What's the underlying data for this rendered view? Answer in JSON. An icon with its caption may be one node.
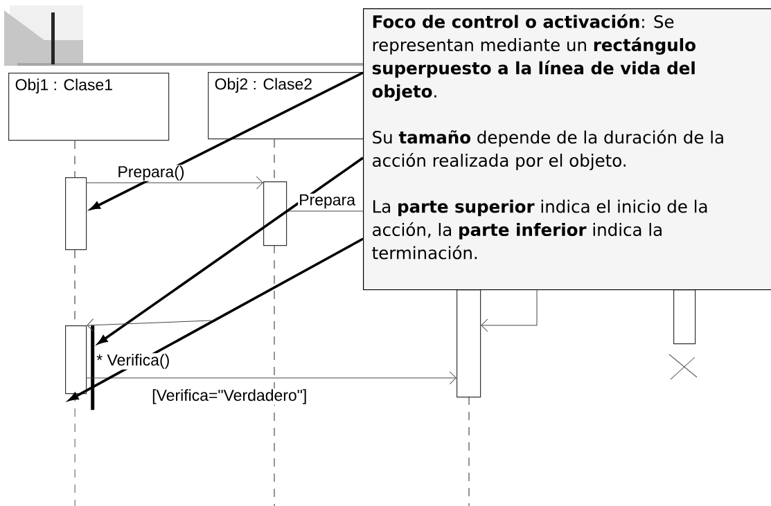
{
  "diagram": {
    "nodes": [
      {
        "text": [
          "Obj1 : Clase1"
        ]
      },
      {
        "text": [
          "Obj2 : Clase2"
        ]
      },
      {
        "text": [],
        "shape": "box"
      },
      {
        "text": [],
        "shape": "box"
      },
      {
        "text": [],
        "shape": "box"
      },
      {
        "text": [],
        "shape": "box"
      },
      {
        "text": [],
        "shape": "box"
      },
      {
        "text": [
          "**Foco de control o activación**: Se representan mediante un **rectángulo superpuesto a la línea de vida del objeto**.",
          "Su **tamaño** depende de la duración de la acción realizada por el objeto.",
          "La **parte superior** indica el inicio de la acción, la **parte inferior** indica la terminación."
        ]
      },
      {
        "text": [],
        "shape": "bar"
      }
    ],
    "edges": [
      {
        "from": 2,
        "to": 3,
        "arrow": "to",
        "label": "Prepara()"
      },
      {
        "from": 3,
        "to": 7,
        "arrow": "none",
        "label": "Prepara"
      },
      {
        "from": 7,
        "to": 4,
        "arrow": "to"
      },
      {
        "from": 6,
        "to": 4,
        "arrow": "to",
        "label": "* Verifica()"
      },
      {
        "from": 7,
        "to": 2,
        "arrow": "to",
        "style": "thick"
      },
      {
        "from": 7,
        "to": 8,
        "arrow": "to",
        "style": "thick"
      },
      {
        "from": 7,
        "to": 6,
        "arrow": "to",
        "style": "thick"
      },
      {
        "from": null,
        "to": 6,
        "arrow": "to"
      },
      {
        "from": 0,
        "to": 2,
        "arrow": "none",
        "style": "dashed"
      },
      {
        "from": 2,
        "to": 6,
        "arrow": "none",
        "style": "dashed"
      },
      {
        "from": 1,
        "to": 3,
        "arrow": "none",
        "style": "dashed"
      }
    ],
    "labels": [
      "[Verifica=\"Verdadero\"]"
    ]
  }
}
